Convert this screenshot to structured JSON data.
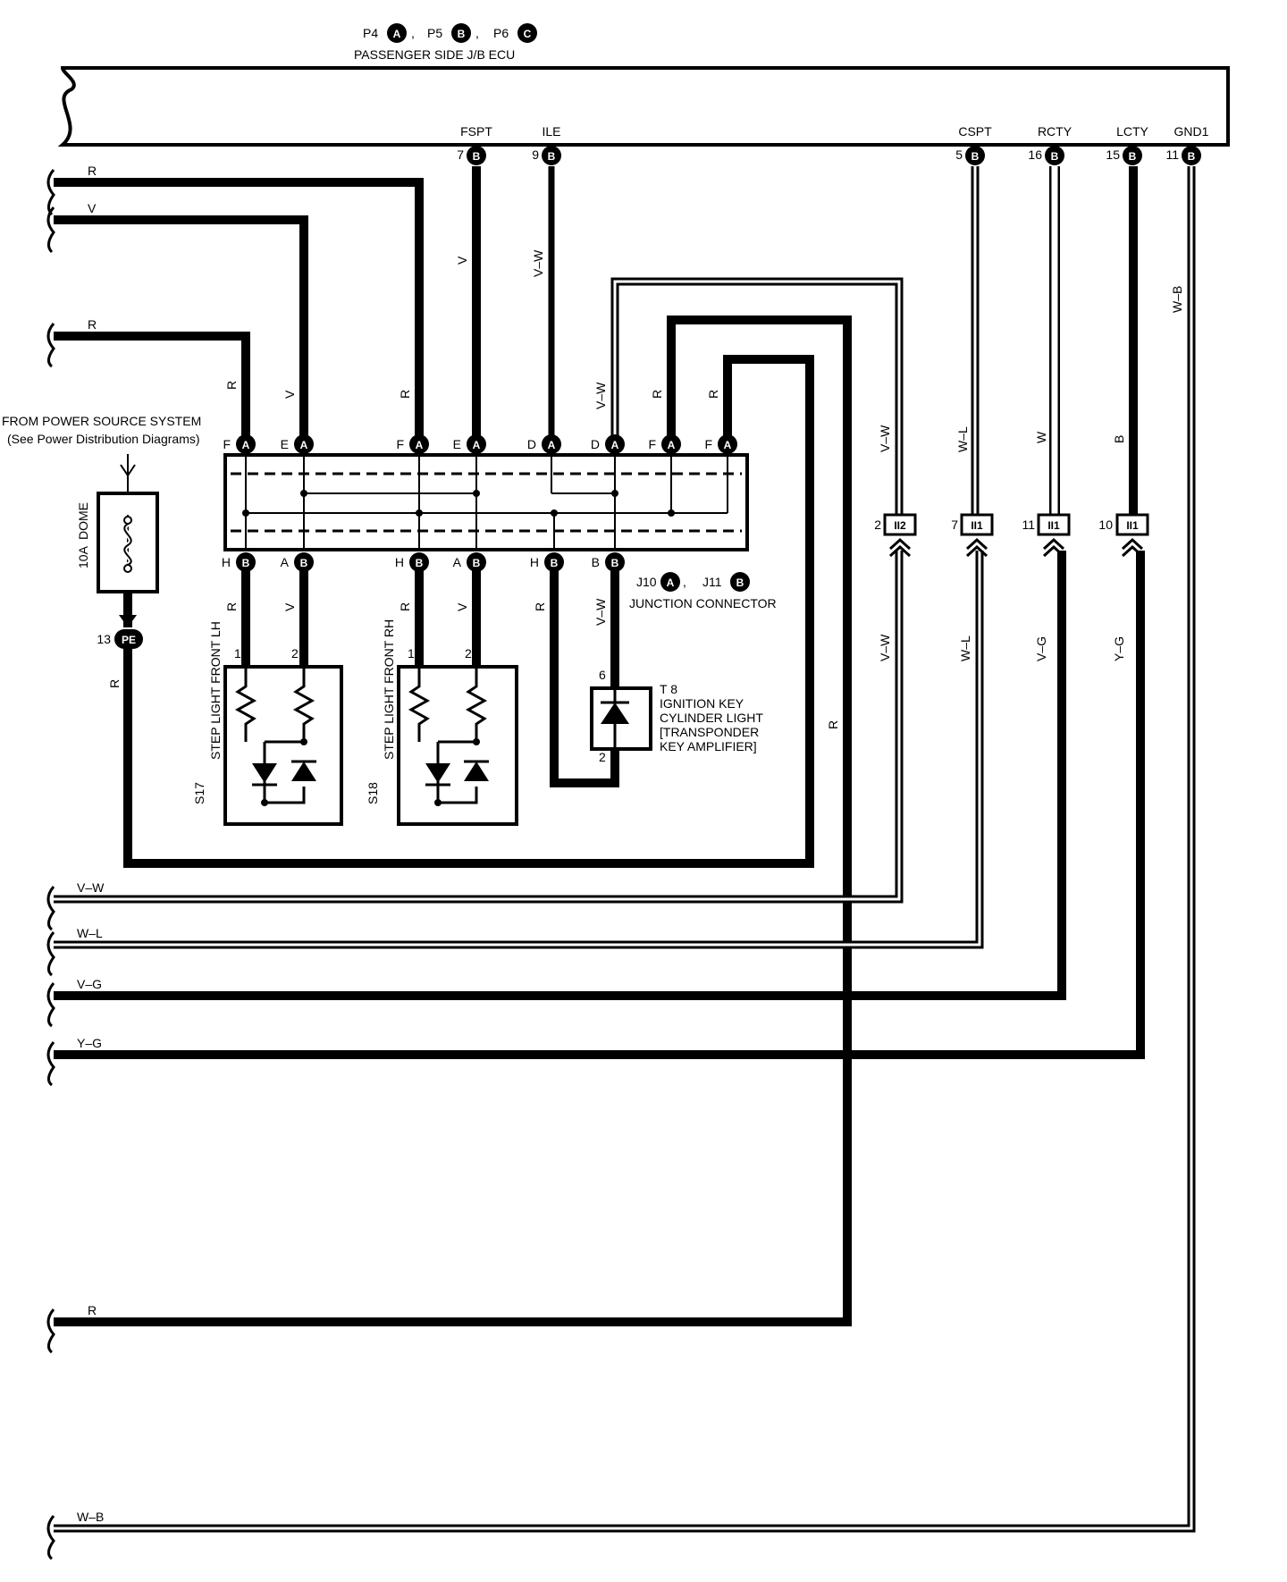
{
  "ecu": {
    "connectors": {
      "a": "P4",
      "sep1": ",",
      "b": "P5",
      "sep2": ",",
      "c": "P6",
      "letter_a": "A",
      "letter_b": "B",
      "letter_c": "C"
    },
    "name": "PASSENGER SIDE J/B ECU",
    "terminals": [
      {
        "name": "FSPT",
        "pin": "7",
        "conn": "B"
      },
      {
        "name": "ILE",
        "pin": "9",
        "conn": "B"
      },
      {
        "name": "CSPT",
        "pin": "5",
        "conn": "B"
      },
      {
        "name": "RCTY",
        "pin": "16",
        "conn": "B"
      },
      {
        "name": "LCTY",
        "pin": "15",
        "conn": "B"
      },
      {
        "name": "GND1",
        "pin": "11",
        "conn": "B"
      }
    ]
  },
  "wire_colors": {
    "top_r1": "R",
    "top_v": "V",
    "top_r2": "R",
    "fspt": "V",
    "ile": "V–W",
    "j_f1": "R",
    "j_e1": "V",
    "j_f2": "R",
    "j_dA": "V–W",
    "j_f3": "R",
    "j_f4": "R",
    "b_h1": "R",
    "b_a1": "V",
    "b_h2": "R",
    "b_a2": "V",
    "b_h3": "R",
    "b_b": "V–W",
    "pe": "R",
    "ii2_up": "V–W",
    "ii1_7_up": "W–L",
    "ii1_11_up": "W",
    "ii1_10_up": "B",
    "ii2_down": "V–W",
    "ii1_7_down": "W–L",
    "ii1_11_down": "V–G",
    "ii1_10_down": "Y–G",
    "gnd": "W–B",
    "long_r": "R",
    "bottom": [
      "V–W",
      "W–L",
      "V–G",
      "Y–G",
      "R",
      "W–B"
    ]
  },
  "junction": {
    "top_pins": [
      {
        "pin": "F",
        "conn": "A"
      },
      {
        "pin": "E",
        "conn": "A"
      },
      {
        "pin": "F",
        "conn": "A"
      },
      {
        "pin": "E",
        "conn": "A"
      },
      {
        "pin": "D",
        "conn": "A"
      },
      {
        "pin": "D",
        "conn": "A"
      },
      {
        "pin": "F",
        "conn": "A"
      },
      {
        "pin": "F",
        "conn": "A"
      }
    ],
    "bottom_pins": [
      {
        "pin": "H",
        "conn": "B"
      },
      {
        "pin": "A",
        "conn": "B"
      },
      {
        "pin": "H",
        "conn": "B"
      },
      {
        "pin": "A",
        "conn": "B"
      },
      {
        "pin": "H",
        "conn": "B"
      },
      {
        "pin": "B",
        "conn": "B"
      }
    ],
    "label_conn1": "J10",
    "label_conn1_letter": "A",
    "label_sep": ",",
    "label_conn2": "J11",
    "label_conn2_letter": "B",
    "label_name": "JUNCTION CONNECTOR"
  },
  "power": {
    "from_line1": "FROM POWER SOURCE SYSTEM",
    "from_line2": "(See Power Distribution Diagrams)",
    "fuse_amp": "10A",
    "fuse_name": "DOME",
    "pe_pin": "13",
    "pe_conn": "PE"
  },
  "components": {
    "s17": {
      "code": "S17",
      "name": "STEP LIGHT FRONT LH",
      "pin1": "1",
      "pin2": "2"
    },
    "s18": {
      "code": "S18",
      "name": "STEP LIGHT FRONT RH",
      "pin1": "1",
      "pin2": "2"
    },
    "t8": {
      "code": "T 8",
      "line1": "IGNITION KEY",
      "line2": "CYLINDER LIGHT",
      "line3": "[TRANSPONDER",
      "line4": " KEY AMPLIFIER]",
      "pin_top": "6",
      "pin_bottom": "2"
    }
  },
  "splices": [
    {
      "pin": "2",
      "conn": "II2"
    },
    {
      "pin": "7",
      "conn": "II1"
    },
    {
      "pin": "11",
      "conn": "II1"
    },
    {
      "pin": "10",
      "conn": "II1"
    }
  ]
}
